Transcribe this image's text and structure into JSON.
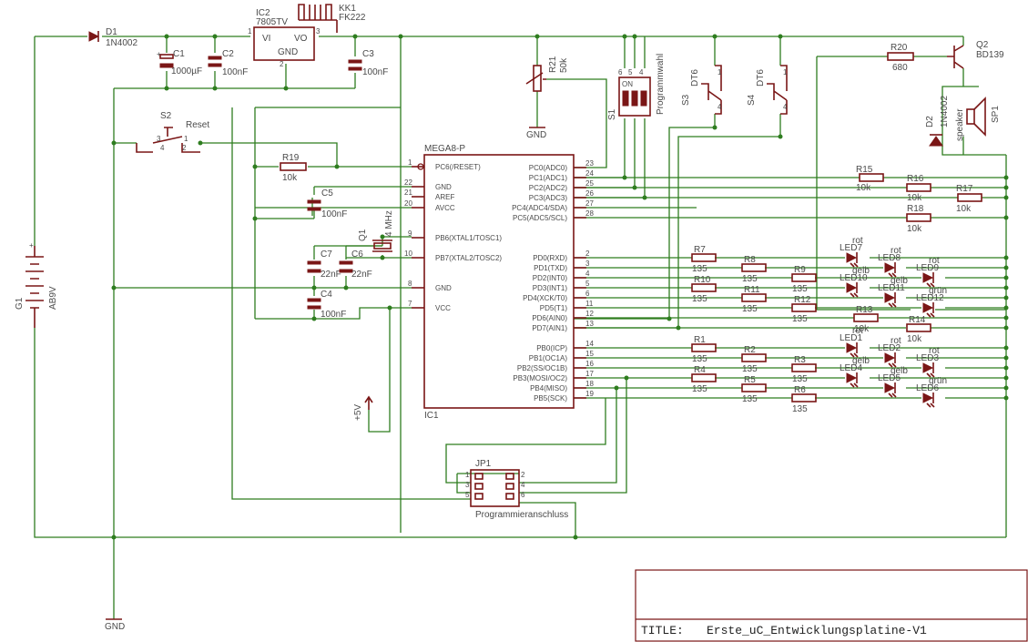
{
  "title_block": {
    "label": "TITLE:",
    "value": "Erste_uC_Entwicklungsplatine-V1"
  },
  "mcu": {
    "name": "MEGA8-P",
    "ref": "IC1",
    "left_pins": [
      {
        "num": "1",
        "name": "PC6(/RESET)"
      },
      {
        "num": "22",
        "name": "GND"
      },
      {
        "num": "21",
        "name": "AREF"
      },
      {
        "num": "20",
        "name": "AVCC"
      },
      {
        "num": "9",
        "name": "PB6(XTAL1/TOSC1)"
      },
      {
        "num": "10",
        "name": "PB7(XTAL2/TOSC2)"
      },
      {
        "num": "8",
        "name": "GND"
      },
      {
        "num": "7",
        "name": "VCC"
      }
    ],
    "right_pins": [
      {
        "num": "23",
        "name": "PC0(ADC0)"
      },
      {
        "num": "24",
        "name": "PC1(ADC1)"
      },
      {
        "num": "25",
        "name": "PC2(ADC2)"
      },
      {
        "num": "26",
        "name": "PC3(ADC3)"
      },
      {
        "num": "27",
        "name": "PC4(ADC4/SDA)"
      },
      {
        "num": "28",
        "name": "PC5(ADC5/SCL)"
      },
      {
        "num": "2",
        "name": "PD0(RXD)"
      },
      {
        "num": "3",
        "name": "PD1(TXD)"
      },
      {
        "num": "4",
        "name": "PD2(INT0)"
      },
      {
        "num": "5",
        "name": "PD3(INT1)"
      },
      {
        "num": "6",
        "name": "PD4(XCK/T0)"
      },
      {
        "num": "11",
        "name": "PD5(T1)"
      },
      {
        "num": "12",
        "name": "PD6(AIN0)"
      },
      {
        "num": "13",
        "name": "PD7(AIN1)"
      },
      {
        "num": "14",
        "name": "PB0(ICP)"
      },
      {
        "num": "15",
        "name": "PB1(OC1A)"
      },
      {
        "num": "16",
        "name": "PB2(SS/OC1B)"
      },
      {
        "num": "17",
        "name": "PB3(MOSI/OC2)"
      },
      {
        "num": "18",
        "name": "PB4(MISO)"
      },
      {
        "num": "19",
        "name": "PB5(SCK)"
      }
    ]
  },
  "parts": {
    "d1": {
      "ref": "D1",
      "val": "1N4002"
    },
    "ic2": {
      "ref": "IC2",
      "val": "7805TV",
      "vi": "VI",
      "vo": "VO",
      "gnd": "GND",
      "p1": "1",
      "p2": "2",
      "p3": "3"
    },
    "kk1": {
      "ref": "KK1",
      "val": "FK222"
    },
    "c1": {
      "ref": "C1",
      "val": "1000µF"
    },
    "c2": {
      "ref": "C2",
      "val": "100nF"
    },
    "c3": {
      "ref": "C3",
      "val": "100nF"
    },
    "c4": {
      "ref": "C4",
      "val": "100nF"
    },
    "c5": {
      "ref": "C5",
      "val": "100nF"
    },
    "c6": {
      "ref": "C6",
      "val": "22nF"
    },
    "c7": {
      "ref": "C7",
      "val": "22nF"
    },
    "q1": {
      "ref": "Q1",
      "val": "4 MHz"
    },
    "r19": {
      "ref": "R19",
      "val": "10k"
    },
    "r20": {
      "ref": "R20",
      "val": "680"
    },
    "r21": {
      "ref": "R21",
      "val": "50k"
    },
    "q2": {
      "ref": "Q2",
      "val": "BD139"
    },
    "d2": {
      "ref": "D2",
      "val": "1N4002"
    },
    "sp1": {
      "ref": "SP1",
      "val": "speaker"
    },
    "s1": {
      "ref": "S1",
      "val": "Programmwahl",
      "on": "ON"
    },
    "s2": {
      "ref": "S2",
      "val": "Reset"
    },
    "s3": {
      "ref": "S3",
      "val": "DT6"
    },
    "s4": {
      "ref": "S4",
      "val": "DT6"
    },
    "g1": {
      "ref": "G1",
      "val": "AB9V"
    },
    "jp1": {
      "ref": "JP1",
      "val": "Programmieranschluss"
    },
    "gnd_label": "GND",
    "vcc_label": "+5V"
  },
  "resistors_c": [
    {
      "ref": "R15",
      "val": "10k"
    },
    {
      "ref": "R16",
      "val": "10k"
    },
    {
      "ref": "R17",
      "val": "10k"
    },
    {
      "ref": "R18",
      "val": "10k"
    }
  ],
  "resistors_d": [
    {
      "ref": "R7",
      "val": "135"
    },
    {
      "ref": "R8",
      "val": "135"
    },
    {
      "ref": "R9",
      "val": "135"
    },
    {
      "ref": "R10",
      "val": "135"
    },
    {
      "ref": "R11",
      "val": "135"
    },
    {
      "ref": "R12",
      "val": "135"
    },
    {
      "ref": "R13",
      "val": "10k"
    },
    {
      "ref": "R14",
      "val": "10k"
    }
  ],
  "resistors_b": [
    {
      "ref": "R1",
      "val": "135"
    },
    {
      "ref": "R2",
      "val": "135"
    },
    {
      "ref": "R3",
      "val": "135"
    },
    {
      "ref": "R4",
      "val": "135"
    },
    {
      "ref": "R5",
      "val": "135"
    },
    {
      "ref": "R6",
      "val": "135"
    }
  ],
  "leds": [
    {
      "ref": "LED7",
      "col": "rot"
    },
    {
      "ref": "LED8",
      "col": "rot"
    },
    {
      "ref": "LED9",
      "col": "rot"
    },
    {
      "ref": "LED10",
      "col": "gelb"
    },
    {
      "ref": "LED11",
      "col": "gelb"
    },
    {
      "ref": "LED12",
      "col": "grün"
    },
    {
      "ref": "LED1",
      "col": "rot"
    },
    {
      "ref": "LED2",
      "col": "rot"
    },
    {
      "ref": "LED3",
      "col": "rot"
    },
    {
      "ref": "LED4",
      "col": "gelb"
    },
    {
      "ref": "LED5",
      "col": "gelb"
    },
    {
      "ref": "LED6",
      "col": "grün"
    }
  ]
}
